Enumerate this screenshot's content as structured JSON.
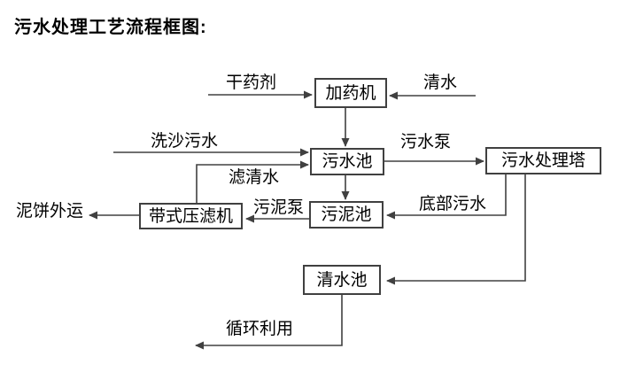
{
  "title": "污水处理工艺流程框图:",
  "diagram": {
    "nodes": {
      "dosing_machine": "加药机",
      "sewage_pool": "污水池",
      "treatment_tower": "污水处理塔",
      "sludge_pool": "污泥池",
      "belt_filter_press": "带式压滤机",
      "clean_water_pool": "清水池"
    },
    "edge_labels": {
      "dry_agent": "干药剂",
      "clean_water": "清水",
      "sand_washing_sewage": "洗沙污水",
      "sewage_pump": "污水泵",
      "filtered_water": "滤清水",
      "sludge_pump": "污泥泵",
      "bottom_sewage": "底部污水",
      "mud_cake_out": "泥饼外运",
      "recycle": "循环利用"
    },
    "colors": {
      "line": "#404040",
      "box_border": "#404040",
      "text": "#000000",
      "background": "#ffffff"
    }
  }
}
